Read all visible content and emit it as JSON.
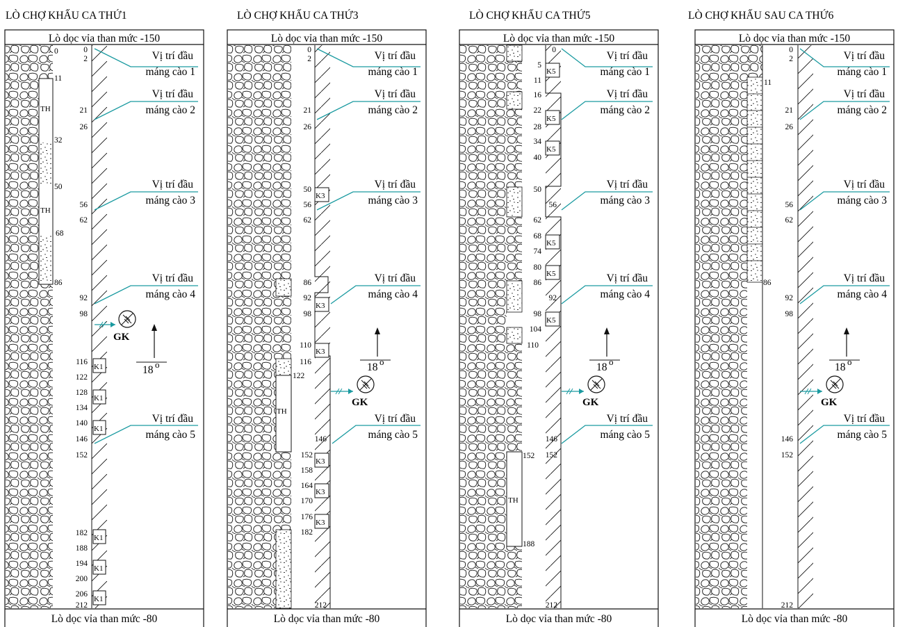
{
  "panels": [
    {
      "id": "p1",
      "title": "LÒ CHỢ KHẤU CA THỨ1",
      "top_label": "Lò dọc vỉa than mức -150",
      "bottom_label": "Lò dọc vỉa than mức -80",
      "face_markers": [
        "0",
        "2",
        "21",
        "26",
        "56",
        "62",
        "92",
        "98",
        "116",
        "122",
        "128",
        "134",
        "140",
        "146",
        "152",
        "182",
        "188",
        "194",
        "200",
        "206",
        "212"
      ],
      "goaf_markers": [
        "0",
        "11",
        "32",
        "50",
        "68",
        "86"
      ],
      "zone_labels": [
        "TH",
        "TH"
      ],
      "support_tags": [
        "K1",
        "K1",
        "K1",
        "K1",
        "K1",
        "K1"
      ],
      "conveyor_labels": [
        "Vị trí đầu",
        "máng cào 1",
        "Vị trí đầu",
        "máng cào 2",
        "Vị trí đầu",
        "máng cào 3",
        "Vị trí đầu",
        "máng cào 4",
        "Vị trí đầu",
        "máng cào 5"
      ],
      "gk_label": "GK",
      "angle_value": "18",
      "angle_unit": "o"
    },
    {
      "id": "p3",
      "title": "LÒ CHỢ KHẤU CA THỨ3",
      "top_label": "Lò dọc vỉa than mức -150",
      "bottom_label": "Lò dọc vỉa than mức -80",
      "face_markers": [
        "0",
        "2",
        "21",
        "26",
        "50",
        "56",
        "62",
        "86",
        "92",
        "98",
        "110",
        "116",
        "146",
        "152",
        "158",
        "164",
        "170",
        "176",
        "182",
        "212"
      ],
      "goaf_markers": [
        "122"
      ],
      "zone_labels": [
        "TH"
      ],
      "support_tags": [
        "K3",
        "K3",
        "K3",
        "K3",
        "K3",
        "K3"
      ],
      "conveyor_labels": [
        "Vị trí đầu",
        "máng cào 1",
        "Vị trí đầu",
        "máng cào 2",
        "Vị trí đầu",
        "máng cào 3",
        "Vị trí đầu",
        "máng cào 4",
        "Vị trí đầu",
        "máng cào 5"
      ],
      "gk_label": "GK",
      "angle_value": "18",
      "angle_unit": "o"
    },
    {
      "id": "p5",
      "title": "LÒ CHỢ KHẤU CA THỨ5",
      "top_label": "Lò dọc vỉa than mức -150",
      "bottom_label": "Lò dọc vỉa than mức -80",
      "face_markers": [
        "0",
        "5",
        "11",
        "16",
        "22",
        "28",
        "34",
        "40",
        "50",
        "56",
        "62",
        "68",
        "74",
        "80",
        "86",
        "92",
        "98",
        "104",
        "110",
        "146",
        "152",
        "212"
      ],
      "goaf_markers": [
        "152",
        "188"
      ],
      "zone_labels": [
        "TH"
      ],
      "support_tags": [
        "K5",
        "K5",
        "K5",
        "K5",
        "K5",
        "K5"
      ],
      "conveyor_labels": [
        "Vị trí đầu",
        "máng cào 1",
        "Vị trí đầu",
        "máng cào 2",
        "Vị trí đầu",
        "máng cào 3",
        "Vị trí đầu",
        "máng cào 4",
        "Vị trí đầu",
        "máng cào 5"
      ],
      "gk_label": "GK",
      "angle_value": "18",
      "angle_unit": "o"
    },
    {
      "id": "p6",
      "title": "LÒ CHỢ KHẤU SAU CA THỨ6",
      "top_label": "Lò dọc vỉa than mức -150",
      "bottom_label": "Lò dọc vỉa than mức -80",
      "face_markers": [
        "0",
        "2",
        "21",
        "26",
        "56",
        "62",
        "92",
        "98",
        "146",
        "152",
        "212"
      ],
      "goaf_markers": [
        "11",
        "86"
      ],
      "zone_labels": [],
      "support_tags": [],
      "conveyor_labels": [
        "Vị trí đầu",
        "máng cào 1",
        "Vị trí đầu",
        "máng cào 2",
        "Vị trí đầu",
        "máng cào 3",
        "Vị trí đầu",
        "máng cào 4",
        "Vị trí đầu",
        "máng cào 5"
      ],
      "gk_label": "GK",
      "angle_value": "18",
      "angle_unit": "o"
    }
  ],
  "colors": {
    "line": "#111111",
    "annotation": "#1a9aa0",
    "fill": "#ffffff"
  }
}
